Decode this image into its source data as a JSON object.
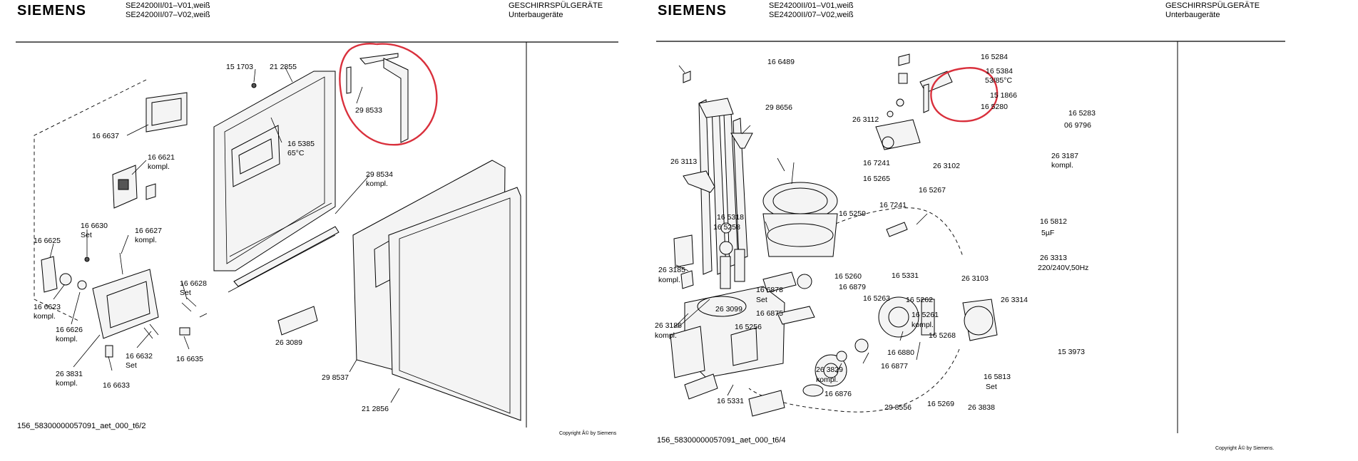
{
  "sheets": [
    {
      "brand": "SIEMENS",
      "model_line1": "SE24200II/01–V01,weiß",
      "model_line2": "SE24200II/07–V02,weiß",
      "category_line1": "GESCHIRRSPÜLGERÄTE",
      "category_line2": "Unterbaugeräte",
      "footer_code": "156_58300000057091_aet_000_t6/2",
      "copyright": "Copyright Â© by Siemens",
      "labels": {
        "l151703": "15 1703",
        "l212855": "21 2855",
        "l298533": "29 8533",
        "l166637": "16 6637",
        "l165385": "16 5385",
        "l65c": "65°C",
        "l166621": "16 6621",
        "l166621k": "kompl.",
        "l298534": "29 8534",
        "l298534k": "kompl.",
        "l166630": "16 6630",
        "l166630s": "Set",
        "l166627": "16 6627",
        "l166627k": "kompl.",
        "l166625": "16 6625",
        "l166628": "16 6628",
        "l166628s": "Set",
        "l166623": "16 6623",
        "l166623k": "kompl.",
        "l166626": "16 6626",
        "l166626k": "kompl.",
        "l263089": "26 3089",
        "l263831": "26 3831",
        "l263831k": "kompl.",
        "l166632": "16 6632",
        "l166632s": "Set",
        "l166635": "16 6635",
        "l166633": "16 6633",
        "l298537": "29 8537",
        "l212856": "21 2856"
      }
    },
    {
      "brand": "SIEMENS",
      "model_line1": "SE24200II/01–V01,weiß",
      "model_line2": "SE24200II/07–V02,weiß",
      "category_line1": "GESCHIRRSPÜLGERÄTE",
      "category_line2": "Unterbaugeräte",
      "footer_code": "156_58300000057091_aet_000_t6/4",
      "copyright": "Copyright Â© by Siemens.",
      "labels": {
        "r166489": "16 6489",
        "r298656": "29 8656",
        "r263112": "26 3112",
        "r165284": "16 5284",
        "r165384": "16 5384",
        "r5385c": "53/85°C",
        "r151866": "15 1866",
        "r165280": "16 5280",
        "r165283": "16 5283",
        "r069796": "06 9796",
        "r263187": "26 3187",
        "r263187k": "kompl.",
        "r263113": "26 3113",
        "r167241a": "16 7241",
        "r263102": "26 3102",
        "r165265": "16 5265",
        "r165267": "16 5267",
        "r165318": "16 5318",
        "r165258": "16 5258",
        "r165259": "16 5259",
        "r167241b": "16 7241",
        "r165812": "16 5812",
        "r5uf": "5µF",
        "r263185": "26 3185",
        "r263185k": "kompl.",
        "r165260": "16 5260",
        "r166879": "16 6879",
        "r165331a": "16 5331",
        "r263103": "26 3103",
        "r263313": "26 3313",
        "r220v": "220/240V,50Hz",
        "r166878": "16 6878",
        "r166878s": "Set",
        "r165263": "16 5263",
        "r165262": "16 5262",
        "r263314": "26 3314",
        "r263099": "26 3099",
        "r166875": "16 6875",
        "r165261": "16 5261",
        "r165261k": "kompl.",
        "r263186": "26 3186",
        "r263186k": "kompl.",
        "r165256": "16 5256",
        "r165268": "16 5268",
        "r153973": "15 3973",
        "r166880": "16 6880",
        "r166877": "16 6877",
        "r263829": "26 3829",
        "r263829k": "kompl.",
        "r165813": "16 5813",
        "r165813s": "Set",
        "r166876": "16 6876",
        "r165331b": "16 5331",
        "r298556": "29 8556",
        "r165269": "16 5269",
        "r263838": "26 3838"
      }
    }
  ],
  "colors": {
    "highlight_circle": "#d9303c"
  }
}
